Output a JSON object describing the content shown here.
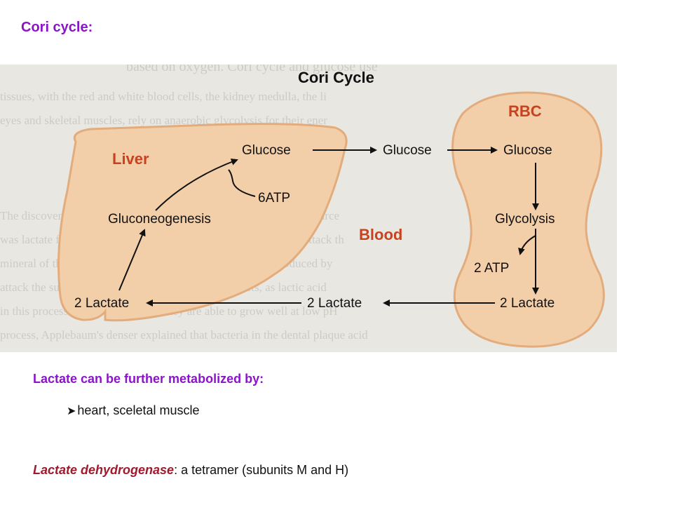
{
  "slide_title": "Cori cycle:",
  "figure": {
    "title": "Cori Cycle",
    "regions": {
      "liver": "Liver",
      "rbc": "RBC",
      "blood": "Blood"
    },
    "nodes": {
      "liver_glucose": "Glucose",
      "blood_glucose": "Glucose",
      "rbc_glucose": "Glucose",
      "liver_atp": "6ATP",
      "gluconeogenesis": "Gluconeogenesis",
      "glycolysis": "Glycolysis",
      "rbc_atp": "2 ATP",
      "liver_lactate": "2 Lactate",
      "blood_lactate": "2 Lactate",
      "rbc_lactate": "2 Lactate"
    },
    "background_text": [
      "based on oxygen. Cori cycle and glucose use",
      "tissues, with the red and white blood cells, the kidney medulla, the li",
      "eyes and skeletal muscles, rely on anaerobic glycolysis for their ener",
      "",
      "",
      "The discoveries of Ivan Applebaum found that the major energy source",
      "was lactate from lactic acid produced by oral bacteria. Bacteria attack th",
      "mineral of the enamel and dentine occurs when acids are produced by",
      "attack the sugars that they ingest and all their products, as lactic acid",
      "in this process the lactic acid, and they are able to grow well at low pH",
      "process, Applebaum's denser explained that bacteria in the dental plaque acid"
    ],
    "colors": {
      "organ_fill": "#f2cfa9",
      "organ_stroke": "#e2ac7c",
      "region_label": "#c9421f"
    }
  },
  "lactate_heading": "Lactate can be further metabolized by:",
  "bullet": {
    "icon": "arrow-bullet-icon",
    "text": "heart, sceletal muscle"
  },
  "ldh": {
    "term": "Lactate dehydrogenase",
    "rest": ": a tetramer (subunits M and H)"
  },
  "colors": {
    "heading": "#8a14c8",
    "ldh_term": "#9e1a2e"
  }
}
